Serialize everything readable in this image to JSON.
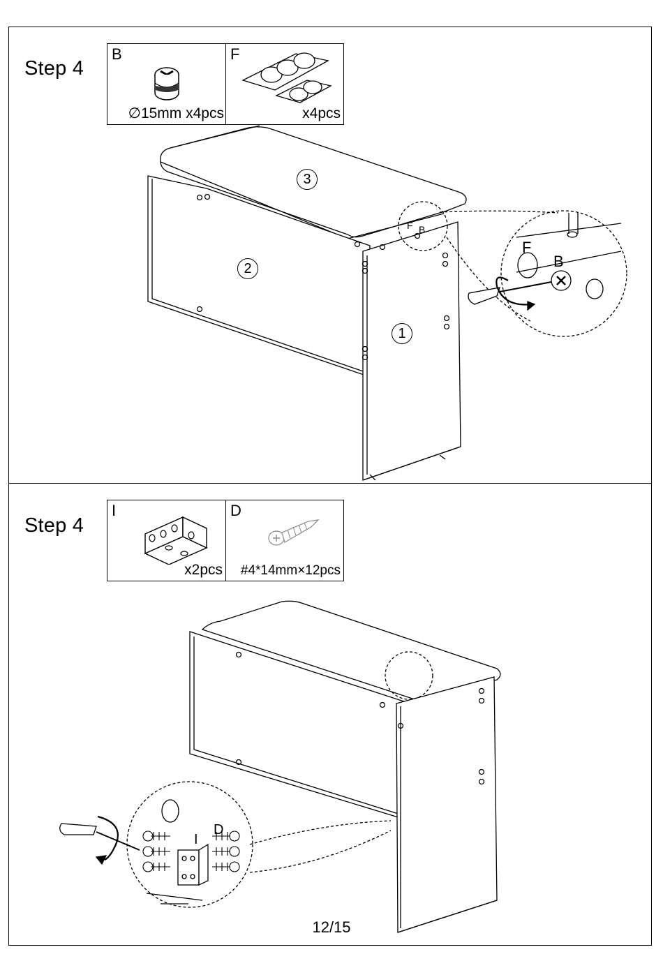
{
  "page": {
    "number": "12/15"
  },
  "step_top": {
    "title": "Step 4",
    "parts": [
      {
        "letter": "B",
        "qty": "15mm x4pcs",
        "diameter_symbol": "∅",
        "icon": "cam-lock-icon"
      },
      {
        "letter": "F",
        "qty": "x4pcs",
        "icon": "adhesive-pads-icon"
      }
    ],
    "callouts": {
      "panel_top": "3",
      "panel_back": "2",
      "panel_side": "1",
      "label_f": "F",
      "label_b": "B",
      "zoom_f": "F",
      "zoom_b": "B"
    }
  },
  "step_bottom": {
    "title": "Step 4",
    "parts": [
      {
        "letter": "I",
        "qty": "x2pcs",
        "icon": "angle-bracket-icon"
      },
      {
        "letter": "D",
        "qty": "#4*14mm×12pcs",
        "icon": "screw-icon"
      }
    ],
    "callouts": {
      "zoom_i": "I",
      "zoom_d": "D"
    }
  }
}
